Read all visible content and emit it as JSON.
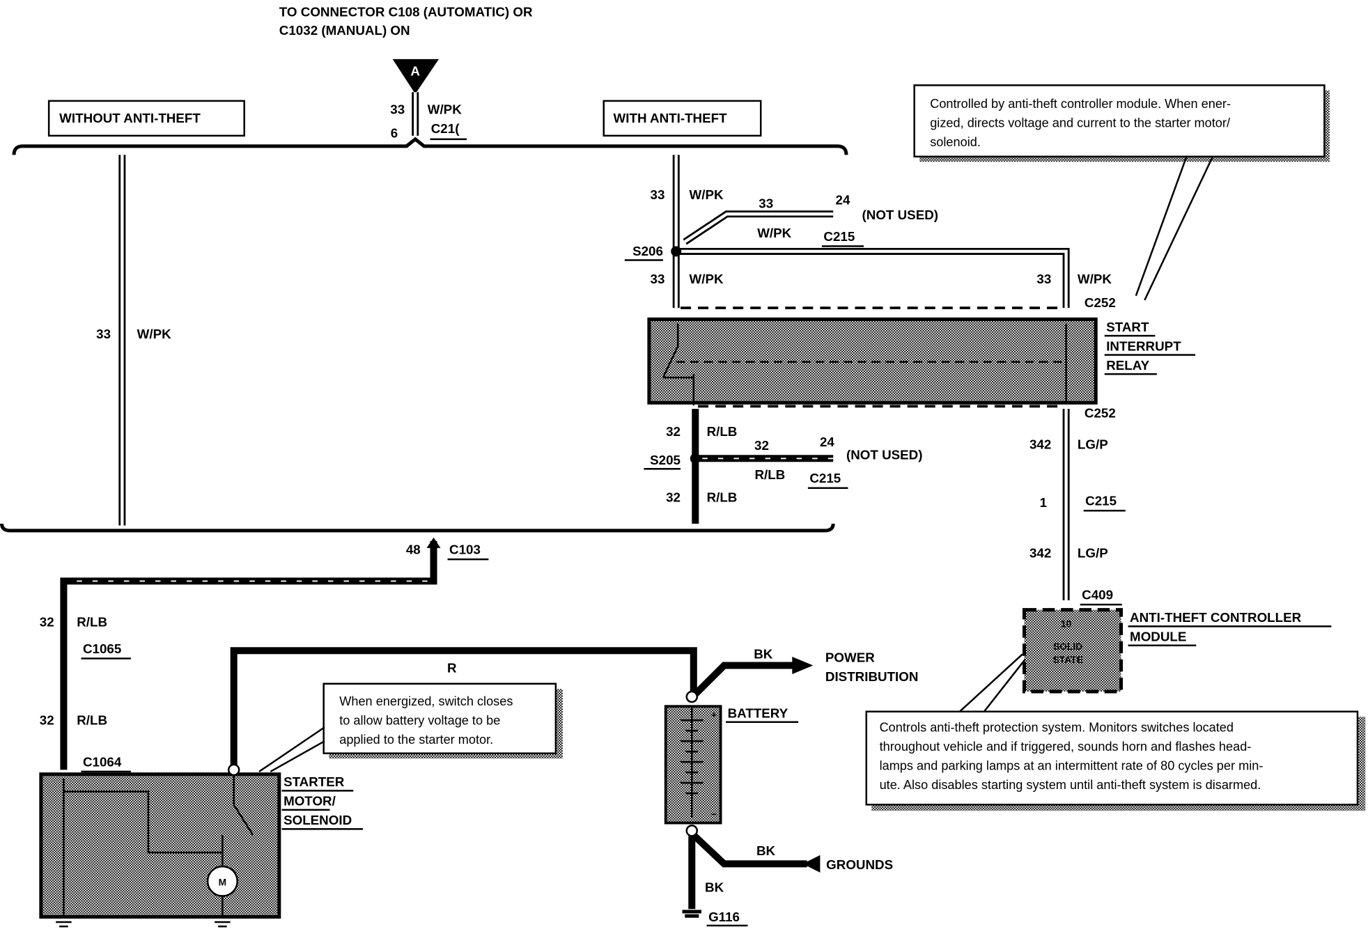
{
  "header": {
    "line1": "TO CONNECTOR C108 (AUTOMATIC) OR",
    "line2": "C1032 (MANUAL) ON"
  },
  "connector_a": "A",
  "variants": {
    "without": "WITHOUT ANTI-THEFT",
    "with": "WITH ANTI-THEFT"
  },
  "top": {
    "circuit": "33",
    "color": "W/PK",
    "pin": "6",
    "connector": "C21("
  },
  "left": {
    "circuit": "33",
    "color": "W/PK"
  },
  "right": {
    "c1": "33",
    "col1": "W/PK",
    "splice1": "S206",
    "c2": "33",
    "col2": "W/PK",
    "branch_circuit": "33",
    "branch_pin": "24",
    "branch_note": "(NOT USED)",
    "branch_color": "W/PK",
    "branch_conn": "C215",
    "relay_circuit": "33",
    "relay_color": "W/PK",
    "c252_top": "C252",
    "relay_label": [
      "START",
      "INTERRUPT",
      "RELAY"
    ],
    "c252_bottom": "C252",
    "rlb1": "32",
    "rlbcol1": "R/LB",
    "splice2": "S205",
    "rlb2": "32",
    "rlbcol2": "R/LB",
    "branch2_circuit": "32",
    "branch2_pin": "24",
    "branch2_note": "(NOT USED)",
    "branch2_color": "R/LB",
    "branch2_conn": "C215",
    "lgp1": "342",
    "lgpcol1": "LG/P",
    "pin1": "1",
    "c215": "C215",
    "lgp2": "342",
    "lgpcol2": "LG/P",
    "c409": "C409",
    "module_pin": "10",
    "module_inner": [
      "SOLID",
      "STATE"
    ],
    "module_label": [
      "ANTI-THEFT CONTROLLER",
      "MODULE"
    ]
  },
  "callout_relay": [
    "Controlled by anti-theft controller module. When ener-",
    "gized, directs voltage and current to the starter motor/",
    "solenoid."
  ],
  "callout_module": [
    "Controls anti-theft protection system.  Monitors switches located",
    "throughout vehicle and if triggered, sounds horn and flashes head-",
    "lamps and parking lamps at an intermittent rate of 80 cycles per min-",
    "ute.  Also disables starting system until anti-theft system is disarmed."
  ],
  "callout_solenoid": [
    "When energized, switch closes",
    "to allow battery voltage to be",
    "applied to the starter motor."
  ],
  "bottom": {
    "c103_pin": "48",
    "c103": "C103",
    "c1": "32",
    "col1": "R/LB",
    "c1065": "C1065",
    "c2": "32",
    "col2": "R/LB",
    "c1064": "C1064",
    "starter_label": [
      "STARTER",
      "MOTOR/",
      "SOLENOID"
    ],
    "motor": "M",
    "r": "R",
    "bk1": "BK",
    "power": [
      "POWER",
      "DISTRIBUTION"
    ],
    "battery": "BATTERY",
    "plus": "+",
    "minus": "−",
    "bk2": "BK",
    "grounds": "GROUNDS",
    "bk3": "BK",
    "g116": "G116"
  }
}
